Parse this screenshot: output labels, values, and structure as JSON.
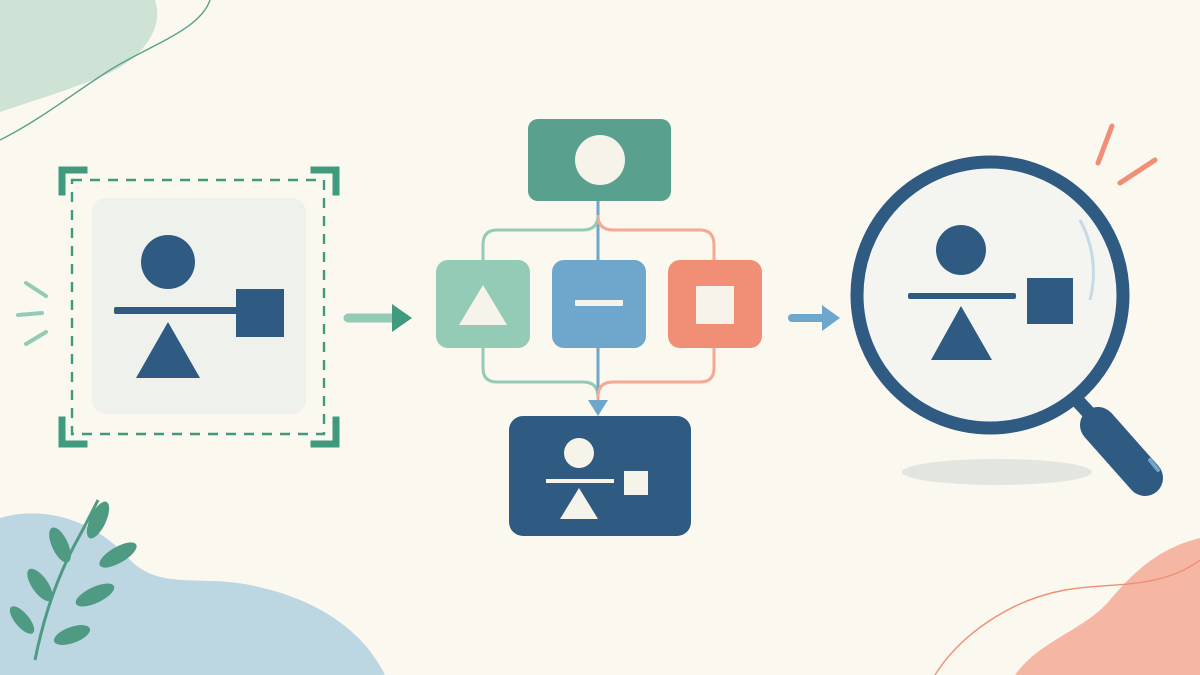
{
  "colors": {
    "background": "#fbf8ef",
    "navy": "#2f5a82",
    "teal": "#3f9a7e",
    "teal_dark": "#5aa08e",
    "mint": "#93cbb6",
    "blue": "#6fa6cc",
    "coral": "#f08e76",
    "coral_soft": "#f5a892",
    "panel_gray": "#eff1ec",
    "blob_green": "#cfe2d6",
    "blob_blue": "#bcd6e2",
    "blob_peach": "#f5b6a4",
    "leaf": "#4f9a83",
    "shadow": "#e3e5e0",
    "lens_fill": "#f4f5f1",
    "white": "#f5f3ea"
  },
  "diagram": {
    "stages": [
      {
        "id": "selection",
        "icon": "selection-frame-icon"
      },
      {
        "id": "decompose",
        "icon": "flowchart-icon"
      },
      {
        "id": "inspect",
        "icon": "magnifier-icon"
      }
    ],
    "connectors": [
      {
        "from": "selection",
        "to": "decompose",
        "icon": "arrow-right-icon"
      },
      {
        "from": "decompose",
        "to": "inspect",
        "icon": "arrow-right-icon"
      }
    ],
    "flow_nodes": [
      "circle",
      "triangle",
      "dash",
      "square",
      "composite"
    ]
  }
}
